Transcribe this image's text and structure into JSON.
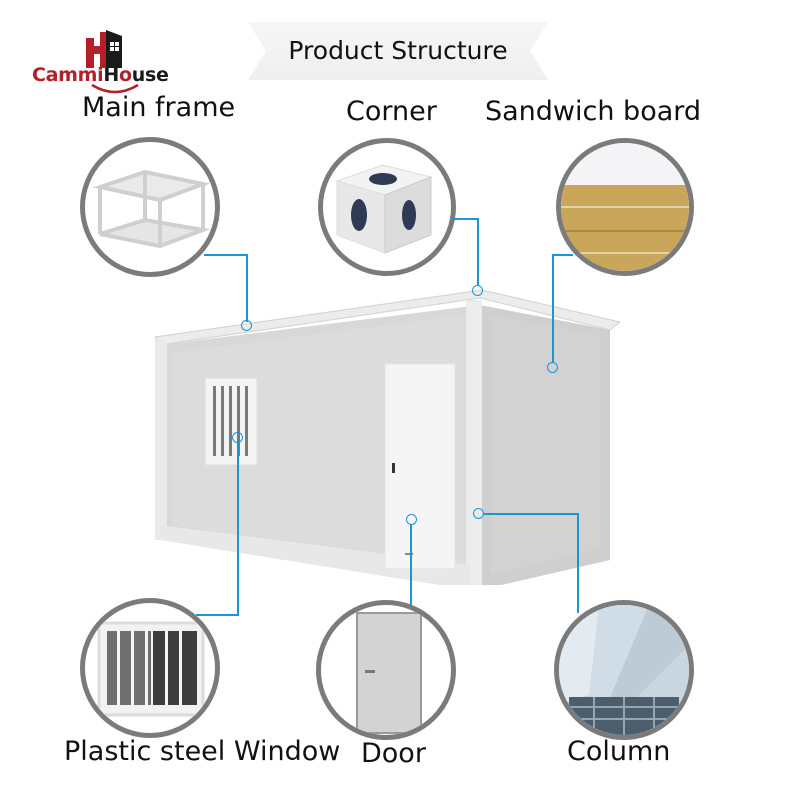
{
  "brand": {
    "name_part1": "Cammi",
    "name_part2": "H",
    "name_part3": "use",
    "accent_red": "#b22129",
    "accent_black": "#1a1a1a"
  },
  "header": {
    "title": "Product Structure"
  },
  "components": [
    {
      "id": "main-frame",
      "label": "Main frame",
      "icon": "container-frame-icon"
    },
    {
      "id": "corner",
      "label": "Corner",
      "icon": "corner-casting-icon"
    },
    {
      "id": "sandwich-board",
      "label": "Sandwich board",
      "icon": "sandwich-panel-icon"
    },
    {
      "id": "window",
      "label": "Plastic steel Window",
      "icon": "window-icon"
    },
    {
      "id": "door",
      "label": "Door",
      "icon": "door-icon"
    },
    {
      "id": "column",
      "label": "Column",
      "icon": "steel-column-icon"
    }
  ],
  "colors": {
    "connector": "#1b95d4",
    "circle_border": "#7b7b7b",
    "container_panel": "#d9d9d9",
    "sandwich_core": "#c9a65a"
  }
}
